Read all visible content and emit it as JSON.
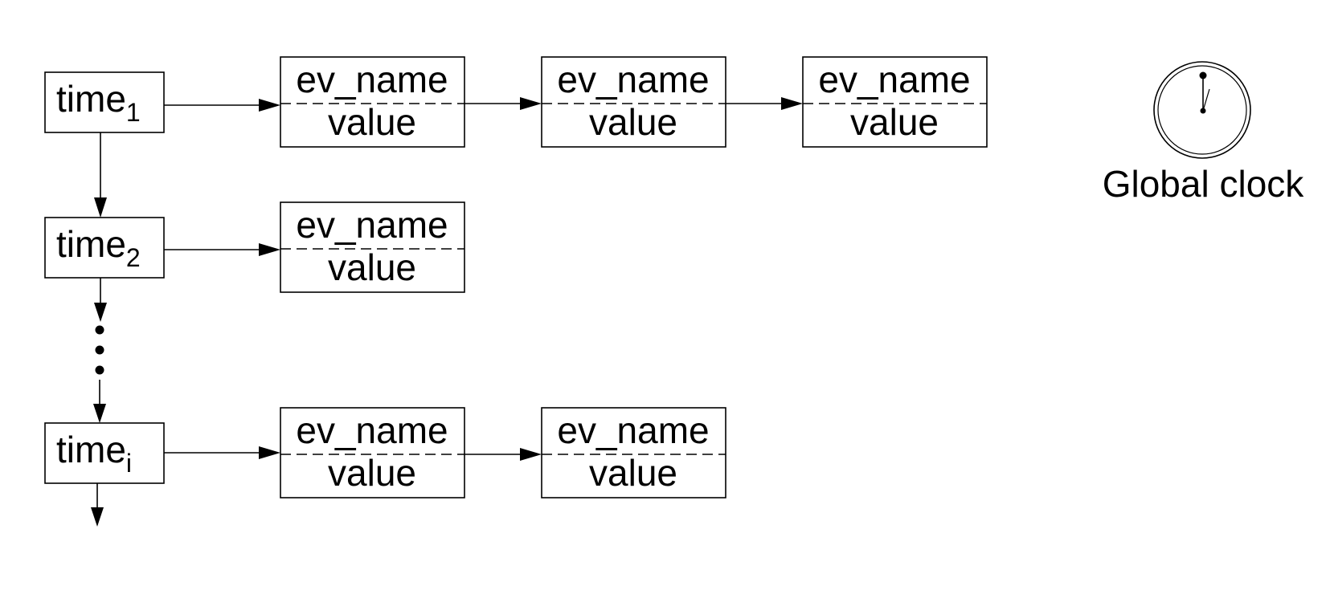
{
  "time_list": [
    {
      "label": "time",
      "subscript": "1",
      "events": [
        {
          "name": "ev_name",
          "value": "value"
        },
        {
          "name": "ev_name",
          "value": "value"
        },
        {
          "name": "ev_name",
          "value": "value"
        }
      ]
    },
    {
      "label": "time",
      "subscript": "2",
      "events": [
        {
          "name": "ev_name",
          "value": "value"
        }
      ]
    },
    {
      "label": "time",
      "subscript": "i",
      "events": [
        {
          "name": "ev_name",
          "value": "value"
        },
        {
          "name": "ev_name",
          "value": "value"
        }
      ]
    }
  ],
  "clock": {
    "label": "Global clock",
    "icon": "clock-icon"
  }
}
